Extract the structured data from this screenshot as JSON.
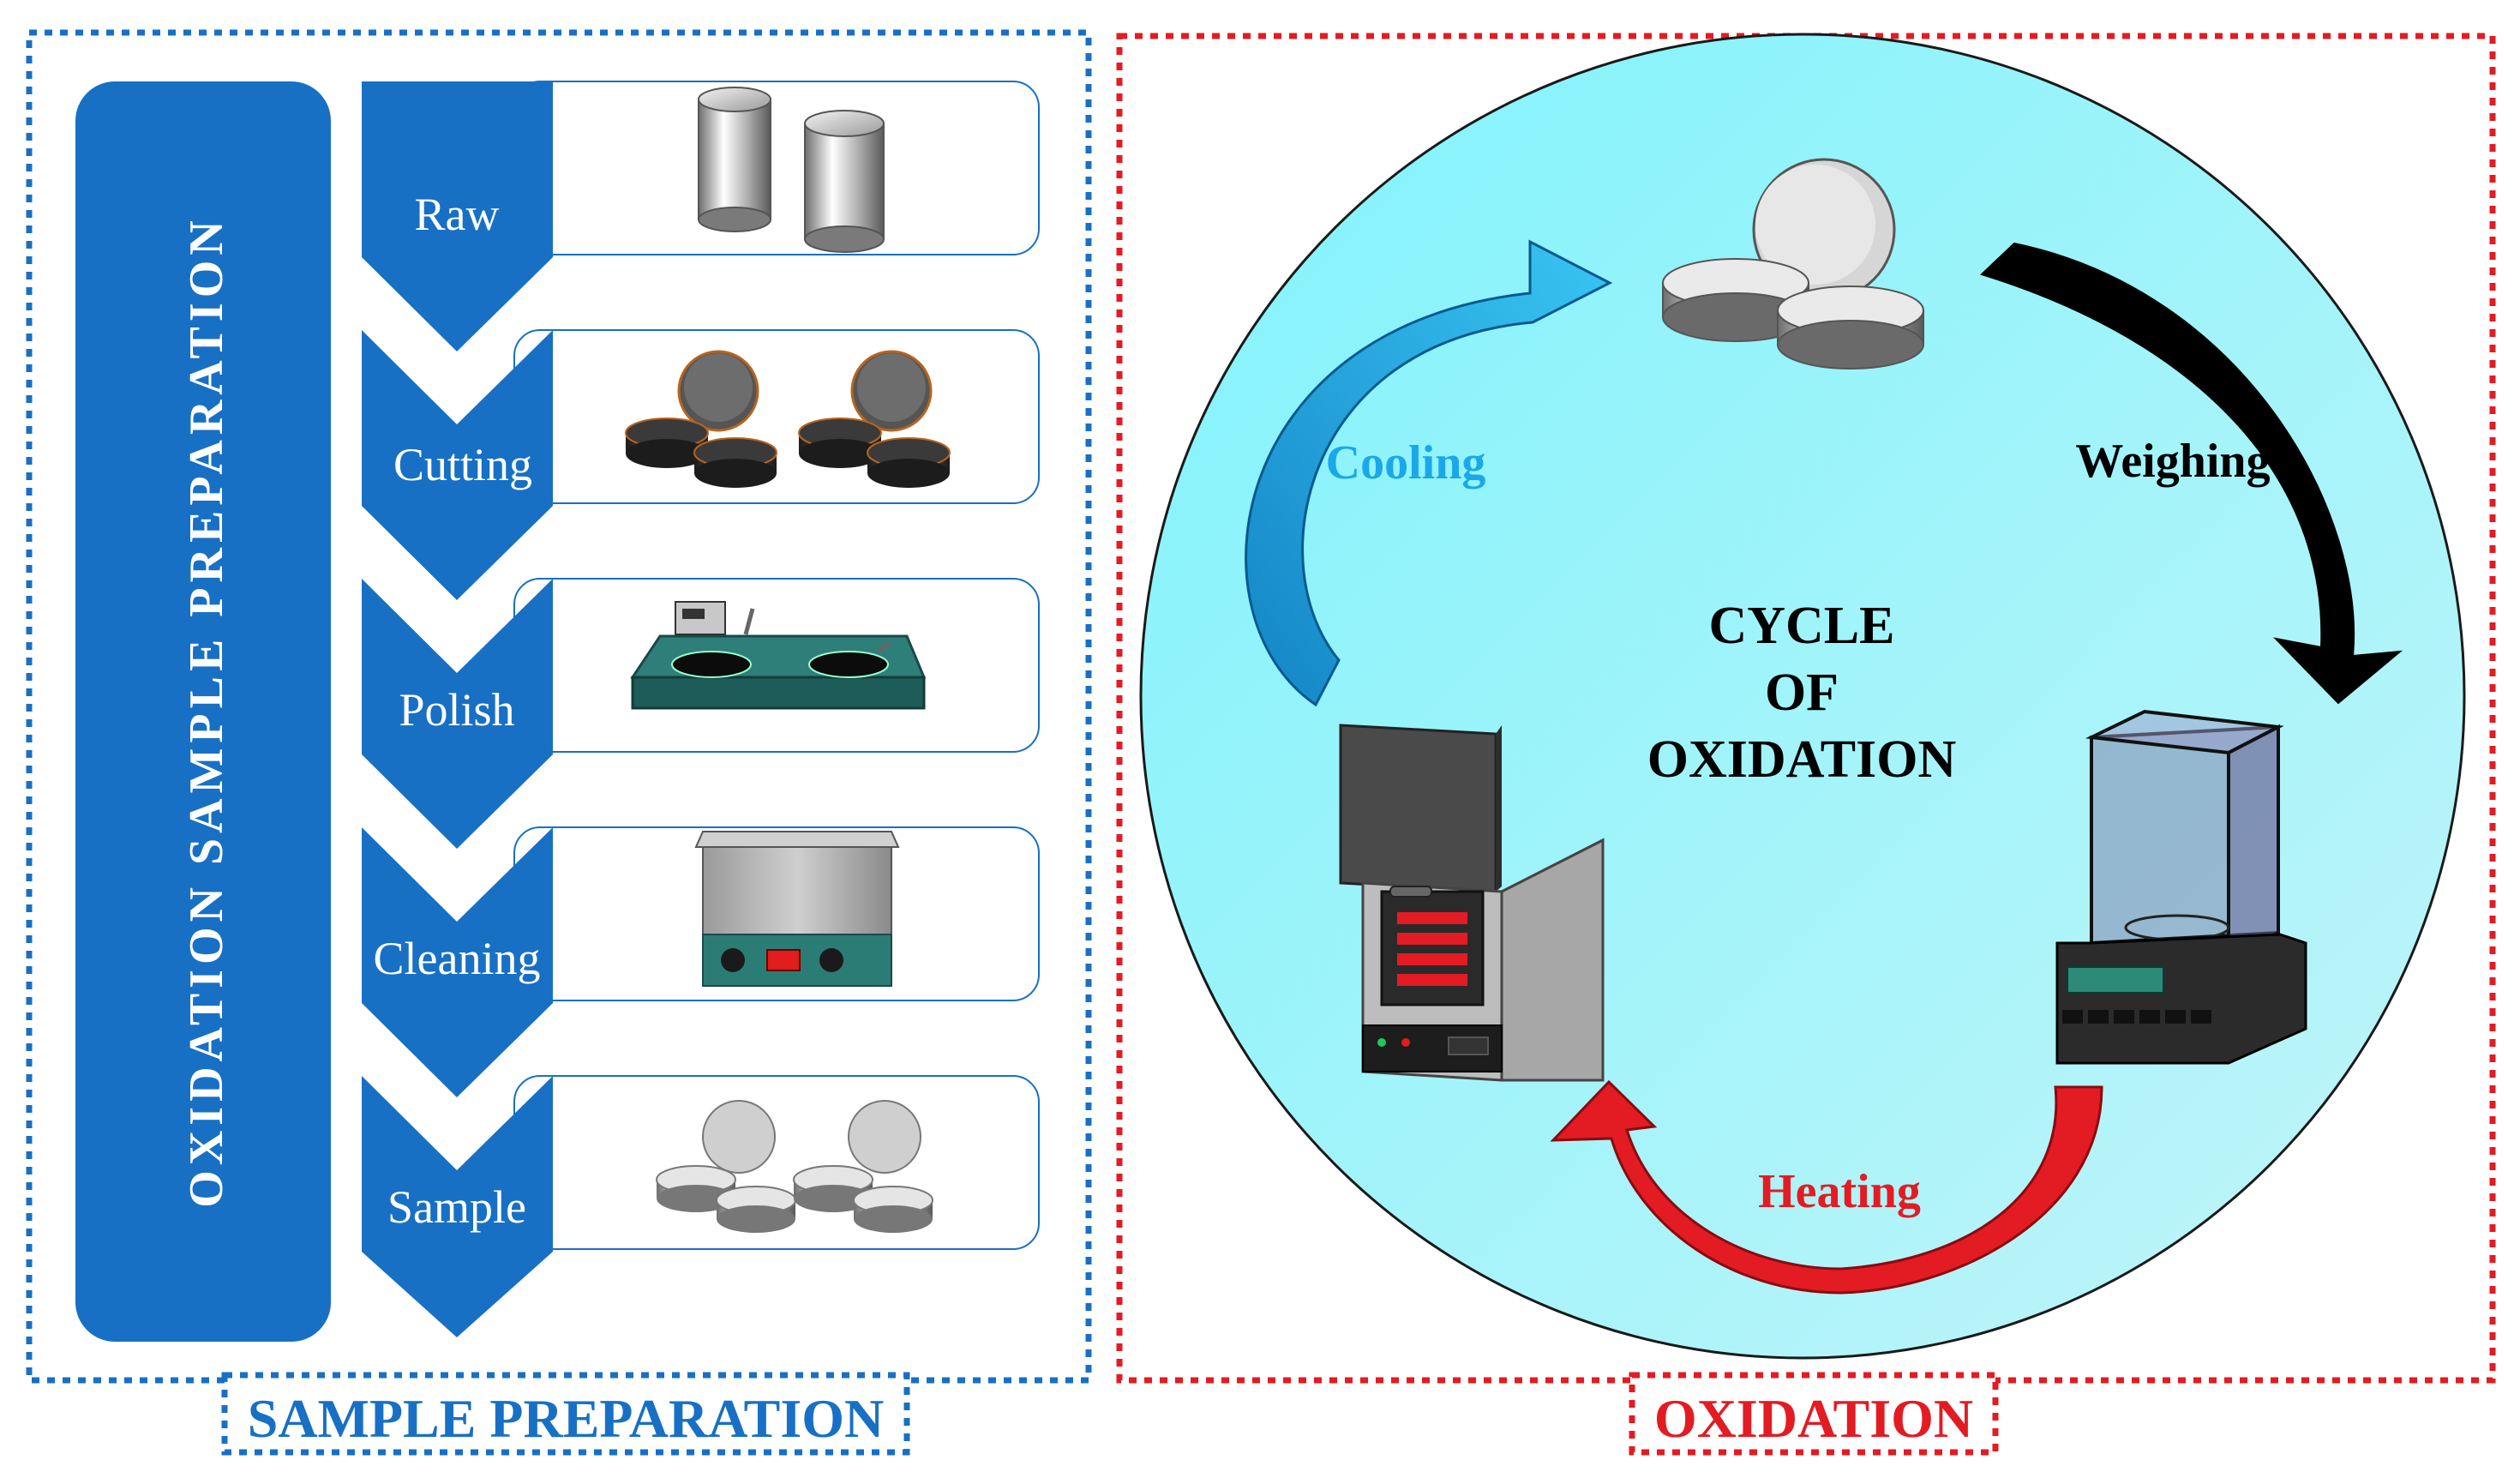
{
  "sample_preparation": {
    "side_bar_text": "OXIDATION SAMPLE PREPARATION",
    "steps": [
      "Raw",
      "Cutting",
      "Polish",
      "Cleaning",
      "Sample"
    ],
    "panel_title": "SAMPLE PREPARATION",
    "color": "#1870c4"
  },
  "oxidation": {
    "center_line1": "CYCLE",
    "center_line2": "OF",
    "center_line3": "OXIDATION",
    "cooling_label": "Cooling",
    "weighing_label": "Weighing",
    "heating_label": "Heating",
    "panel_title": "OXIDATION",
    "color": "#e31b23",
    "circle_color": "#8ef4fb"
  }
}
